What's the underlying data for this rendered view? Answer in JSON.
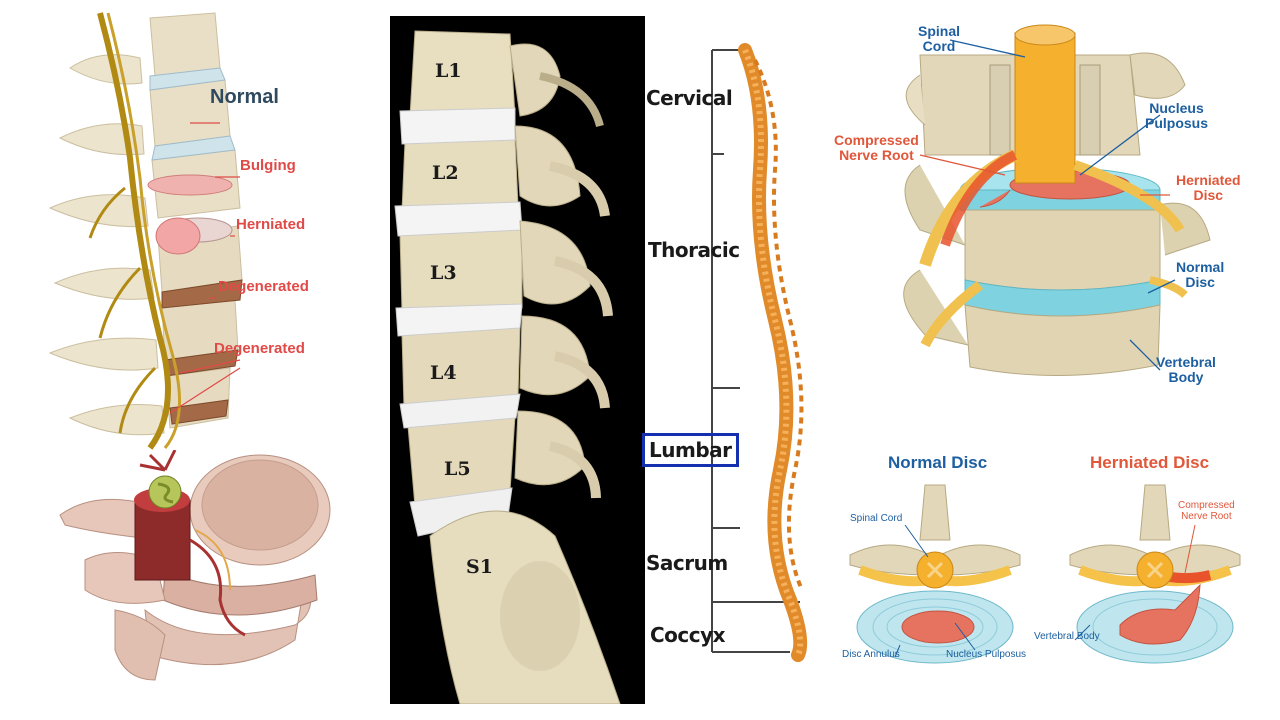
{
  "panels": {
    "disc_stages": {
      "labels": [
        "Normal",
        "Bulging",
        "Herniated",
        "Degenerated",
        "Degenerated"
      ]
    },
    "lumbar": {
      "vertebrae": [
        "L1",
        "L2",
        "L3",
        "L4",
        "L5",
        "S1"
      ]
    },
    "spine_regions": {
      "regions": [
        "Cervical",
        "Thoracic",
        "Lumbar",
        "Sacrum",
        "Coccyx"
      ],
      "highlighted": "Lumbar"
    },
    "anatomy_3d": {
      "spinal_cord": "Spinal\nCord",
      "nucleus_pulposus": "Nucleus\nPulposus",
      "compressed_nerve_root": "Compressed\nNerve Root",
      "herniated_disc": "Herniated\nDisc",
      "normal_disc": "Normal\nDisc",
      "vertebral_body": "Vertebral\nBody"
    },
    "comparison": {
      "normal_title": "Normal Disc",
      "herniated_title": "Herniated Disc",
      "spinal_cord": "Spinal Cord",
      "disc_annulus": "Disc Annulus",
      "nucleus_pulposus": "Nucleus Pulposus",
      "compressed_nerve_root": "Compressed\nNerve Root",
      "vertebral_body": "Vertebral Body"
    }
  },
  "colors": {
    "bone": "#e8ddc0",
    "disc_blue": "#7fd3e0",
    "nucleus": "#e06a55",
    "nerve": "#f5c24a",
    "label_red": "#e04a47",
    "label_blue": "#1d5fa0",
    "highlight_box": "#1430b0"
  }
}
